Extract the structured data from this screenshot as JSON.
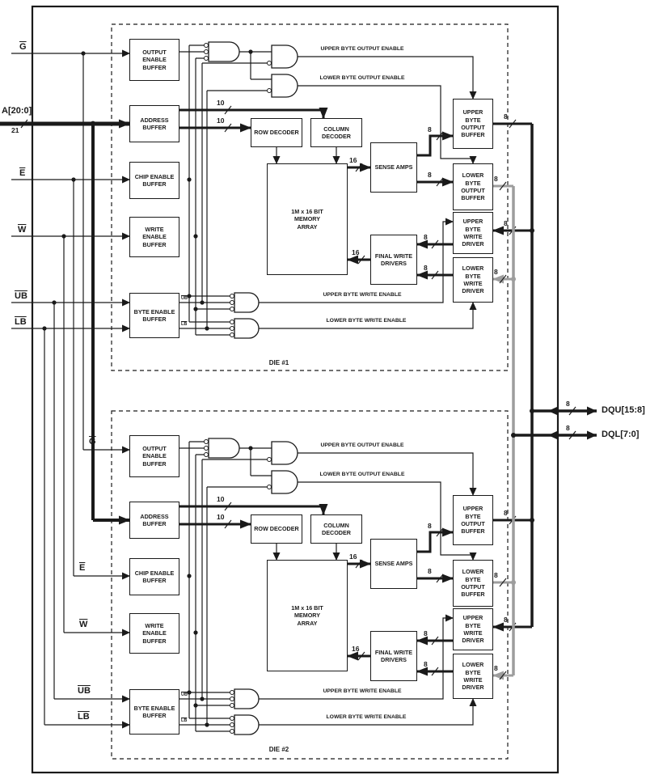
{
  "diagram": {
    "die1_label": "DIE #1",
    "die2_label": "DIE #2",
    "blocks": {
      "output_enable_buffer": "OUTPUT ENABLE BUFFER",
      "address_buffer": "ADDRESS BUFFER",
      "chip_enable_buffer": "CHIP ENABLE BUFFER",
      "write_enable_buffer": "WRITE ENABLE BUFFER",
      "byte_enable_buffer": "BYTE ENABLE BUFFER",
      "row_decoder": "ROW DECODER",
      "column_decoder": "COLUMN DECODER",
      "memory_array": "1M x 16 BIT MEMORY ARRAY",
      "sense_amps": "SENSE AMPS",
      "final_write_drivers": "FINAL WRITE DRIVERS",
      "upper_byte_output_buffer": "UPPER BYTE OUTPUT BUFFER",
      "lower_byte_output_buffer": "LOWER BYTE OUTPUT BUFFER",
      "upper_byte_write_driver": "UPPER BYTE WRITE DRIVER",
      "lower_byte_write_driver": "LOWER BYTE WRITE DRIVER"
    },
    "wire_labels": {
      "upper_byte_output_enable": "UPPER BYTE OUTPUT ENABLE",
      "lower_byte_output_enable": "LOWER BYTE OUTPUT ENABLE",
      "upper_byte_write_enable": "UPPER BYTE WRITE ENABLE",
      "lower_byte_write_enable": "LOWER BYTE WRITE ENABLE"
    },
    "signals": {
      "g": "G",
      "a": "A[20:0]",
      "e": "E",
      "w": "W",
      "ub": "UB",
      "lb": "LB",
      "dqu": "DQU[15:8]",
      "dql": "DQL[7:0]"
    },
    "bus_widths": {
      "b8": "8",
      "b10": "10",
      "b16": "16",
      "b21": "21"
    },
    "colors": {
      "line": "#1a1a1a",
      "gray_bus": "#9d9d9d",
      "background": "#ffffff"
    }
  }
}
